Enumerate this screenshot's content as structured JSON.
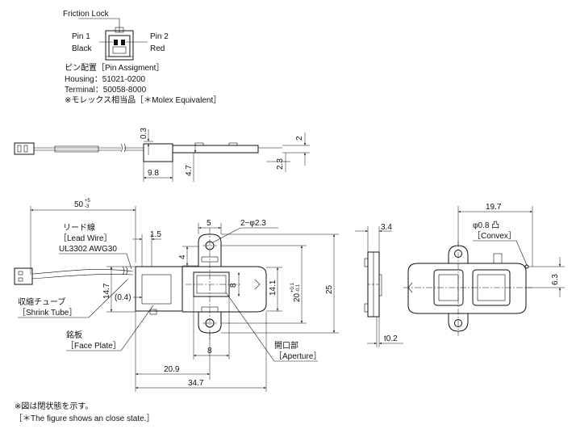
{
  "connector": {
    "friction_lock": "Friction Lock",
    "pin1_name": "Pin 1",
    "pin1_color": "Black",
    "pin2_name": "Pin 2",
    "pin2_color": "Red",
    "pin_assign": "ピン配置［Pin Assigment］",
    "housing": "Housing：51021-0200",
    "terminal": "Terminal：50058-8000",
    "molex": "※モレックス相当品［＊Molex Equivalent］"
  },
  "side_view": {
    "dim_0_3": "0.3",
    "dim_2": "2",
    "dim_2_3": "2.3",
    "dim_9_8": "9.8",
    "dim_4_7": "4.7"
  },
  "front_view": {
    "dim_50": "50",
    "dim_50_tol_plus": "+5",
    "dim_50_tol_minus": "-3",
    "lead_wire_jp": "リード線",
    "lead_wire_en": "［Lead Wire］",
    "lead_wire_spec": "UL3302 AWG30",
    "shrink_tube_jp": "収縮チューブ",
    "shrink_tube_en": "［Shrink Tube］",
    "face_plate_jp": "銘板",
    "face_plate_en": "［Face Plate］",
    "aperture_jp": "開口部",
    "aperture_en": "［Aperture］",
    "dim_1_5": "1.5",
    "dim_5": "5",
    "dim_hole": "2−φ2.3",
    "dim_4": "4",
    "dim_8_v": "8",
    "dim_14_1": "14.1",
    "dim_20": "20",
    "dim_20_tol_plus": "+0.1",
    "dim_20_tol_minus": "-0.1",
    "dim_25": "25",
    "dim_14_7": "14.7",
    "dim_0_4": "(0.4)",
    "dim_8_h": "8",
    "dim_20_9": "20.9",
    "dim_34_7": "34.7"
  },
  "end_view": {
    "dim_3_4": "3.4",
    "dim_t0_2": "t0.2"
  },
  "rear_view": {
    "dim_19_7": "19.7",
    "convex_spec": "φ0.8 凸",
    "convex_en": "［Convex］",
    "dim_6_3": "6.3"
  },
  "notes": {
    "line1": "※図は閉状態を示す。",
    "line2": "［＊The figure shows an close state.］"
  }
}
